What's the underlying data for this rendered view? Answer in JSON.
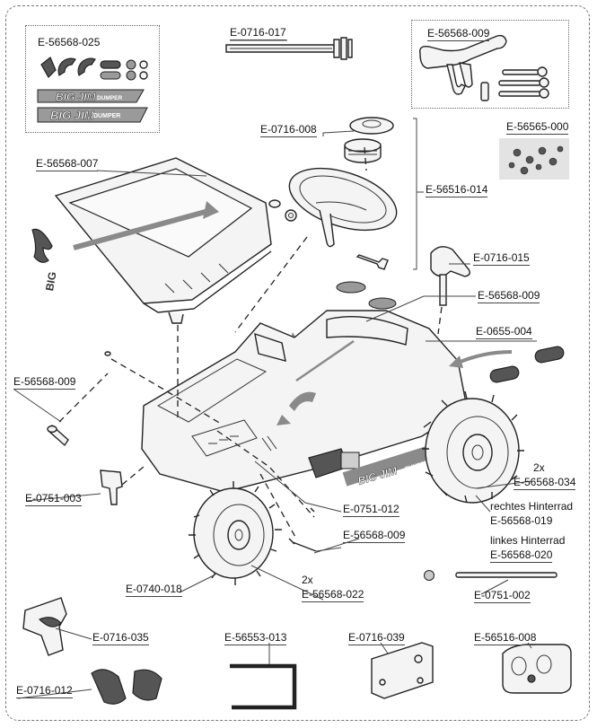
{
  "labels": {
    "decal_set": "E-56568-025",
    "rear_axle_rod": "E-0716-017",
    "lever_set": "E-56568-009",
    "screw_bag": "E-56565-000",
    "steering_cap": "E-0716-008",
    "steering_group": "E-56516-014",
    "dumper_bed": "E-56568-007",
    "seat_knob": "E-0716-015",
    "seat_screw_set": "E-56568-009",
    "pedal_grips": "E-0655-004",
    "pin_left": "E-56568-009",
    "clip": "E-0751-003",
    "front_screw": "E-0751-012",
    "bolt": "E-56568-009",
    "front_wheel": "E-0740-018",
    "hubcap_qty": "2x",
    "hubcap": "E-56568-022",
    "rear_qty": "2x",
    "rear_hubcap": "E-56568-034",
    "rear_right_name": "rechtes Hinterrad",
    "rear_right_code": "E-56568-019",
    "rear_left_name": "linkes Hinterrad",
    "rear_left_code": "E-56568-020",
    "axle": "E-0751-002",
    "front_bracket": "E-0716-035",
    "pedals": "E-0716-012",
    "wrench": "E-56553-013",
    "plate": "E-0716-039",
    "dashboard": "E-56516-008"
  },
  "decals": {
    "brand_text_1": "BIG JIM",
    "brand_sub_1": "DUMPER",
    "brand_text_2": "BIG JIM",
    "brand_sub_2": "DUMPER",
    "side_text": "BIG JIM",
    "side_sub": "DUMPER",
    "logo_text": "BIG"
  }
}
